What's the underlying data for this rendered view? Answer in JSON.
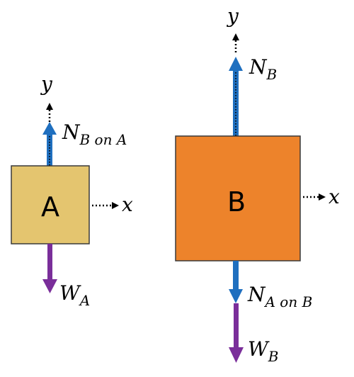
{
  "colors": {
    "box_a": "#E4C56F",
    "box_b": "#ED832B",
    "normal_force": "#1F6FBF",
    "weight": "#7A2E9A",
    "axis": "#000000",
    "outline": "#3A3A3A"
  },
  "block_a": {
    "name": "A",
    "axis_x": "x",
    "axis_y": "y",
    "normal_force": {
      "symbol": "N",
      "sub": "B on A"
    },
    "weight": {
      "symbol": "W",
      "sub": "A"
    }
  },
  "block_b": {
    "name": "B",
    "axis_x": "x",
    "axis_y": "y",
    "normal_force": {
      "symbol": "N",
      "sub": "B"
    },
    "contact_force": {
      "symbol": "N",
      "sub": "A on B"
    },
    "weight": {
      "symbol": "W",
      "sub": "B"
    }
  },
  "icons": [
    "dotted-arrow-icon",
    "arrow-up-icon",
    "arrow-down-icon"
  ]
}
